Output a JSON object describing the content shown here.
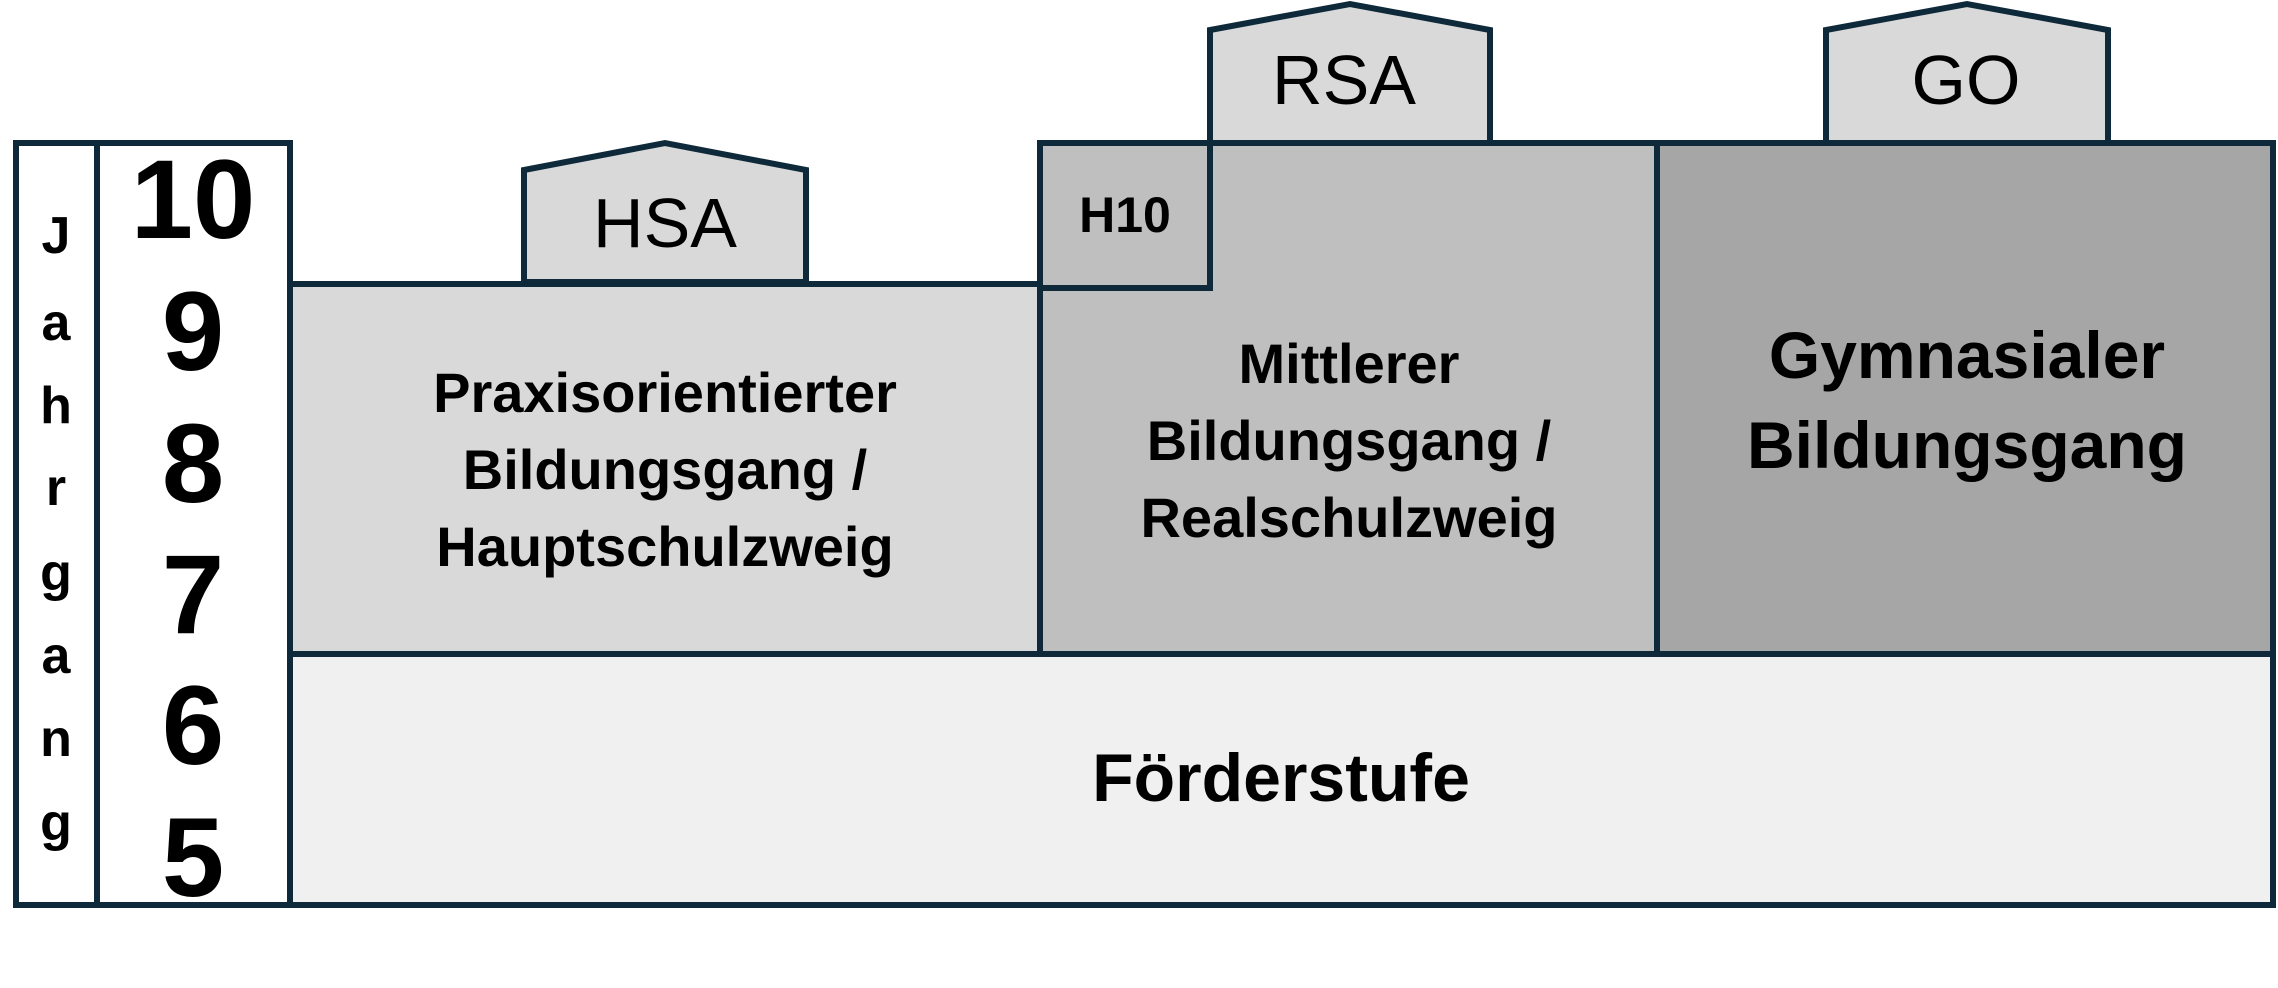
{
  "axis": {
    "letters": [
      "J",
      "a",
      "h",
      "r",
      "g",
      "a",
      "n",
      "g"
    ],
    "grades": [
      "10",
      "9",
      "8",
      "7",
      "6",
      "5"
    ]
  },
  "segments": {
    "foerderstufe": "Förderstufe",
    "praxis": [
      "Praxisorientierter",
      "Bildungsgang /",
      "Hauptschulzweig"
    ],
    "mittlerer": [
      "Mittlerer",
      "Bildungsgang /",
      "Realschulzweig"
    ],
    "gymnasial": [
      "Gymnasialer",
      "Bildungsgang"
    ],
    "h10": "H10"
  },
  "badges": {
    "hsa": "HSA",
    "rsa": "RSA",
    "go": "GO"
  },
  "colors": {
    "border": "#0e2a3a",
    "foerderstufe": "#f0f0f1",
    "praxis": "#d9d9d9",
    "mittlerer": "#bfbfbf",
    "gymnasial": "#a6a6a6",
    "badge": "#d9d9d9"
  }
}
